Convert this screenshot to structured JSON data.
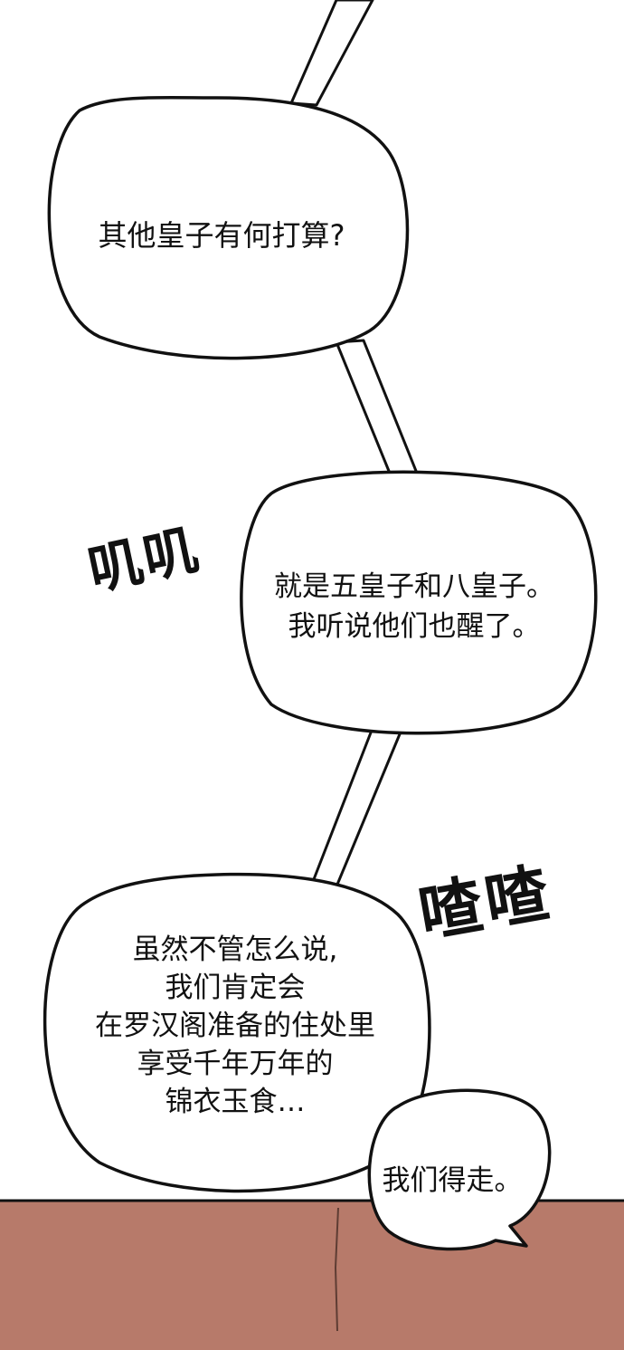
{
  "scene": {
    "floor_color": "#b77a6a",
    "floor_crack_color": "#5e3c33",
    "bubble_fill": "#ffffff",
    "ink_color": "#111111"
  },
  "bubbles": {
    "b1": {
      "lines": [
        "其他皇子有何打算?"
      ]
    },
    "b2": {
      "lines": [
        "就是五皇子和八皇子。",
        "我听说他们也醒了。"
      ]
    },
    "b3": {
      "lines": [
        "虽然不管怎么说,",
        "我们肯定会",
        "在罗汉阁准备的住处里",
        "享受千年万年的",
        "锦衣玉食…"
      ]
    },
    "b4": {
      "lines": [
        "我们得走。"
      ]
    }
  },
  "sound_effects": {
    "sfx1": "叽叽",
    "sfx2": "喳喳"
  }
}
